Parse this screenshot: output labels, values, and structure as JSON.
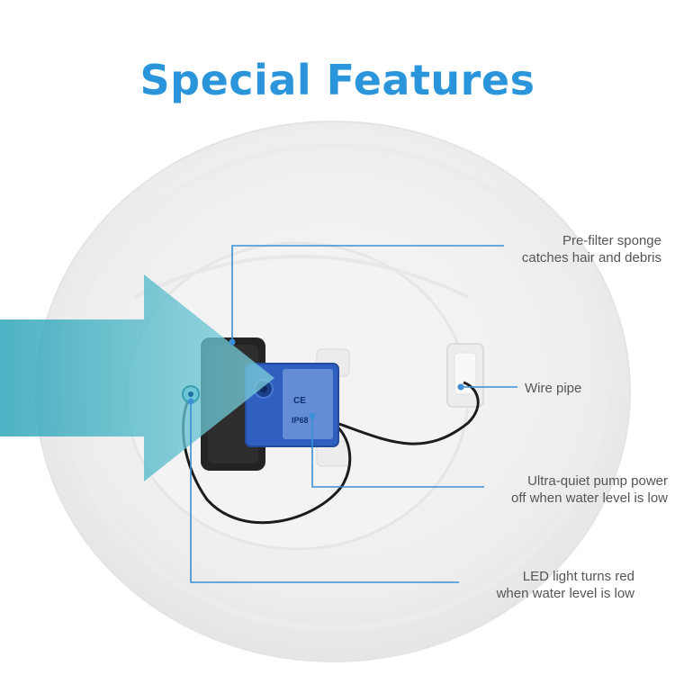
{
  "title": "Special Features",
  "colors": {
    "title": "#2b95dc",
    "callout_line": "#3a8fd6",
    "arrow": "#4fb8c9",
    "pump_body": "#2f5fc0",
    "sponge": "#222222"
  },
  "callouts": {
    "sponge": {
      "line1": "Pre-filter sponge",
      "line2": "catches hair and debris"
    },
    "wire": {
      "line1": "Wire pipe"
    },
    "pump": {
      "line1": "Ultra-quiet pump power",
      "line2": "off when water level is low"
    },
    "led": {
      "line1": "LED light turns red",
      "line2": "when water level is low"
    }
  },
  "pump_label": {
    "mark": "CE",
    "rating": "IP68"
  }
}
